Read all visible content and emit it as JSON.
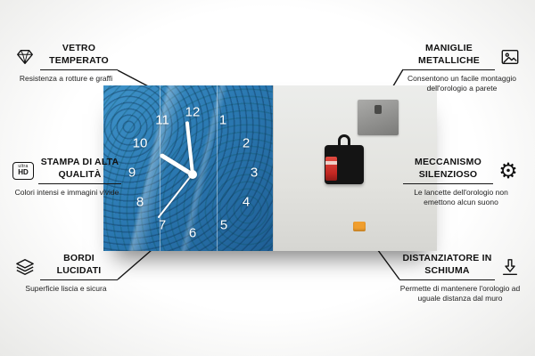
{
  "page": {
    "type": "product-infographic-wall-clock"
  },
  "callouts": {
    "left": [
      {
        "title": "VETRO TEMPERATO",
        "desc": "Resistenza a rotture e graffi",
        "icon": "diamond-icon"
      },
      {
        "title": "STAMPA DI ALTA QUALITÀ",
        "desc": "Colori intensi e immagini vivide",
        "icon": "ultra-hd-icon"
      },
      {
        "title": "BORDI LUCIDATI",
        "desc": "Superficie liscia e sicura",
        "icon": "layers-icon"
      }
    ],
    "right": [
      {
        "title": "MANIGLIE METALLICHE",
        "desc": "Consentono un facile montaggio dell'orologio a parete",
        "icon": "picture-frame-icon"
      },
      {
        "title": "MECCANISMO SILENZIOSO",
        "desc": "Le lancette dell'orologio non emettono alcun suono",
        "icon": "gear-icon"
      },
      {
        "title": "DISTANZIATORE IN SCHIUMA",
        "desc": "Permette di mantenere l'orologio ad uguale distanza dal muro",
        "icon": "arrow-down-icon"
      }
    ]
  },
  "ultra_hd_badge": {
    "top": "ultra",
    "bottom": "HD"
  },
  "glyphs": {
    "gear": "⚙"
  },
  "clock": {
    "numbers": [
      "12",
      "1",
      "2",
      "3",
      "4",
      "5",
      "6",
      "7",
      "8",
      "9",
      "10",
      "11"
    ]
  },
  "colors": {
    "clock_face_blue": "#2b79b2",
    "back_panel_gray": "#e2e2de",
    "foam_orange": "#f09e2e",
    "battery_red": "#c32722",
    "line_black": "#151515"
  }
}
